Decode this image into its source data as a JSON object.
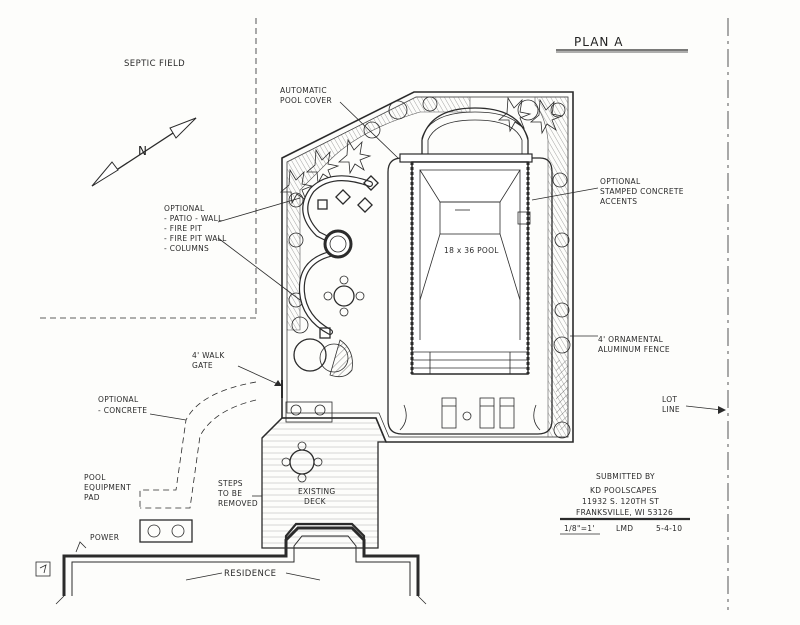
{
  "plan": {
    "title": "PLAN A",
    "north_label": "N"
  },
  "labels": {
    "septic_field": "SEPTIC FIELD",
    "pool_cover": [
      "AUTOMATIC",
      "POOL COVER"
    ],
    "optional_list": [
      "OPTIONAL",
      "- PATIO - WALL",
      "- FIRE PIT",
      "- FIRE PIT WALL",
      "- COLUMNS"
    ],
    "pool_size": "18 x 36 POOL",
    "stamped": [
      "OPTIONAL",
      "STAMPED CONCRETE",
      "ACCENTS"
    ],
    "fence": [
      "4' ORNAMENTAL",
      "ALUMINUM FENCE"
    ],
    "walk_gate": [
      "4' WALK",
      "GATE"
    ],
    "optional_concrete": [
      "OPTIONAL",
      "- CONCRETE"
    ],
    "lot_line": [
      "LOT",
      "LINE"
    ],
    "pool_equipment": [
      "POOL",
      "EQUIPMENT",
      "PAD"
    ],
    "steps": [
      "STEPS",
      "TO BE",
      "REMOVED"
    ],
    "existing_deck": [
      "EXISTING",
      "DECK"
    ],
    "power": "POWER",
    "residence": "RESIDENCE"
  },
  "title_block": {
    "submitted_by": "SUBMITTED BY",
    "company": "KD POOLSCAPES",
    "street": "11932 S. 120TH ST",
    "city": "FRANKSVILLE, WI 53126",
    "scale": "1/8\"=1'",
    "drawn_by": "LMD",
    "date": "5-4-10"
  },
  "colors": {
    "ink": "#2b2b2b",
    "paper": "#fdfdfb"
  }
}
